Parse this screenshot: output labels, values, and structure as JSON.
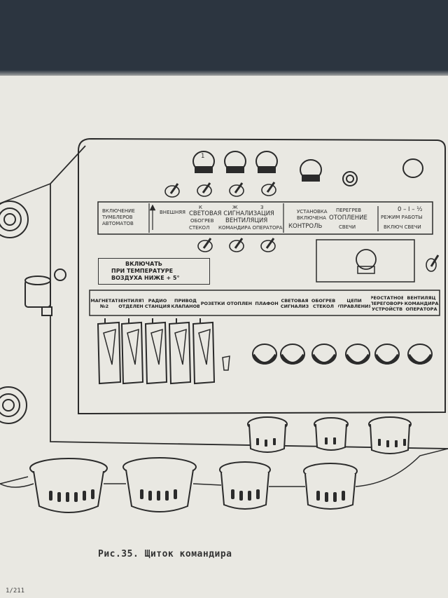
{
  "figure": {
    "caption": "Рис.35. Щиток командира",
    "stray_text": "1/211"
  },
  "top_section": {
    "knob_number": "1",
    "group_main_lines": [
      "ВКЛЮЧЕНИЕ",
      "ТУМБЛЕРОВ",
      "АВТОМАТОВ"
    ],
    "external": "ВНЕШНЯЯ",
    "light_signal": "СВЕТОВАЯ СИГНАЛИЗАЦИЯ",
    "letters": [
      "К",
      "Ж",
      "З"
    ],
    "defrost": "ОБОГРЕВ",
    "glass": "СТЕКОЛ",
    "ventilation": "ВЕНТИЛЯЦИЯ",
    "commander_operator": "КОМАНДИРА ОПЕРАТОРА",
    "setup_line1": "УСТАНОВКА",
    "setup_line2": "ВКЛЮЧЕНА",
    "control": "КОНТРОЛЬ",
    "overheat": "ПЕРЕГРЕВ",
    "heating": "ОТОПЛЕНИЕ",
    "candles": "СВЕЧИ",
    "mode_values": "0 – I – ½",
    "mode": "РЕЖИМ РАБОТЫ",
    "candle_on": "ВКЛЮЧ СВЕЧИ"
  },
  "temperature_box": {
    "lines": [
      "ВКЛЮЧАТЬ",
      "ПРИ ТЕМПЕРАТУРЕ",
      "ВОЗДУХА НИЖЕ + 5°"
    ]
  },
  "switch_labels": [
    "МАГНЕТАТ №2",
    "ВЕНТИЛЯТ ОТДЕЛЕН",
    "РАДИО СТАНЦИЯ",
    "ПРИВОД КЛАПАНОВ",
    "РОЗЕТКИ",
    "ОТОПЛЕН",
    "ПЛАФОН",
    "СВЕТОВАЯ СИГНАЛИЗ",
    "ОБОГРЕВ СТЕКОЛ",
    "ЦЕПИ УПРАВЛЕНИЯ",
    "РЕОСТАТНОЕ ПЕРЕГОВОРН УСТРОЙСТВ",
    "ВЕНТИЛЯЦ КОМАНДИРА ОПЕРАТОРА"
  ],
  "colors": {
    "line": "#2b2b2b",
    "paper": "#e9e8e2",
    "background": "#2c3540"
  }
}
